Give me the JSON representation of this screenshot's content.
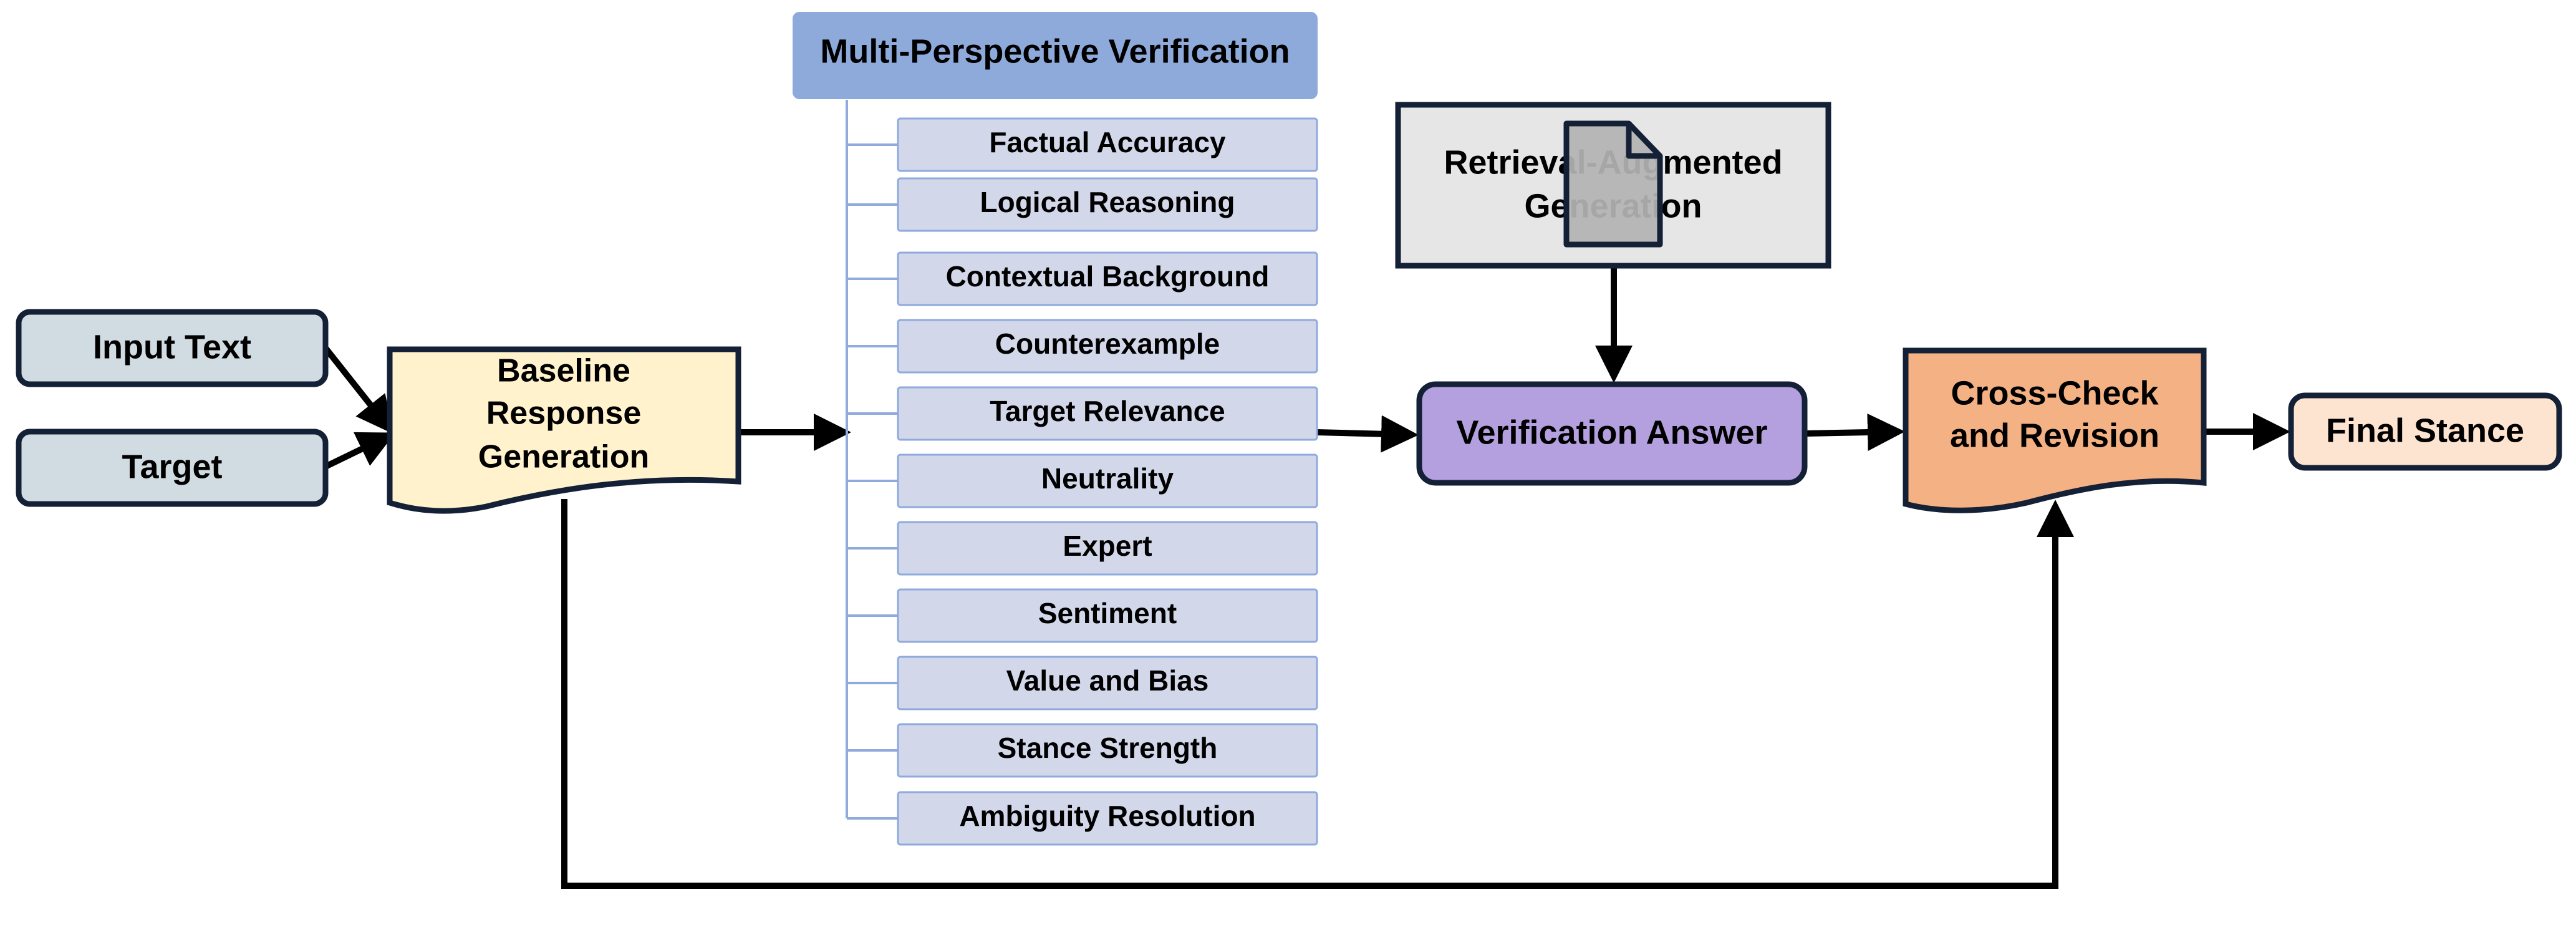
{
  "nodes": {
    "input_text": "Input Text",
    "target": "Target",
    "baseline": [
      "Baseline",
      "Response",
      "Generation"
    ],
    "mpv_header": "Multi-Perspective Verification",
    "perspectives": [
      "Factual Accuracy",
      "Logical Reasoning",
      "Contextual Background",
      "Counterexample",
      "Target Relevance",
      "Neutrality",
      "Expert",
      "Sentiment",
      "Value and Bias",
      "Stance Strength",
      "Ambiguity Resolution"
    ],
    "rag": [
      "Retrieval-Augmented",
      "Generation"
    ],
    "verification_answer": "Verification Answer",
    "cross_check": [
      "Cross-Check",
      "and Revision"
    ],
    "final_stance": "Final Stance"
  },
  "icons": {
    "rag_icon": "document-icon"
  },
  "colors": {
    "input_fill": "#d1dbe2",
    "baseline_fill": "#fff2cc",
    "mpv_header_fill": "#8eaadb",
    "perspective_fill": "#d2d7ea",
    "perspective_border": "#8faadc",
    "rag_fill": "#e6e6e6",
    "doc_icon_fill": "#b3b3b3",
    "verification_fill": "#b4a0de",
    "cross_check_fill": "#f4b183",
    "final_fill": "#fde4d0",
    "outline": "#142036"
  }
}
